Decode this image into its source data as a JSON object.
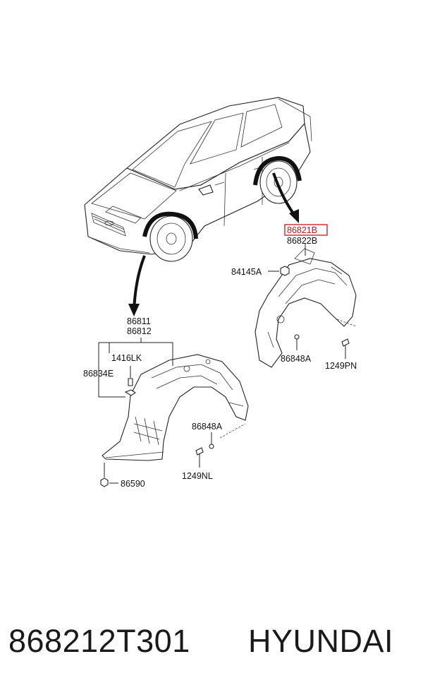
{
  "labels": {
    "front_pair_top": "86811",
    "front_pair_bottom": "86812",
    "clip_a": "1416LK",
    "clip_b": "86834E",
    "front_screw_clip": "86848A",
    "front_bolt": "1249NL",
    "front_nut": "86590",
    "rear_part_selected": "86821B",
    "rear_part_other": "86822B",
    "rear_nut": "84145A",
    "rear_screw_clip": "86848A",
    "rear_bolt": "1249PN"
  },
  "footer": {
    "part_number": "868212T301",
    "brand": "HYUNDAI"
  },
  "colors": {
    "highlight": "#c4161c",
    "ink": "#222222"
  }
}
